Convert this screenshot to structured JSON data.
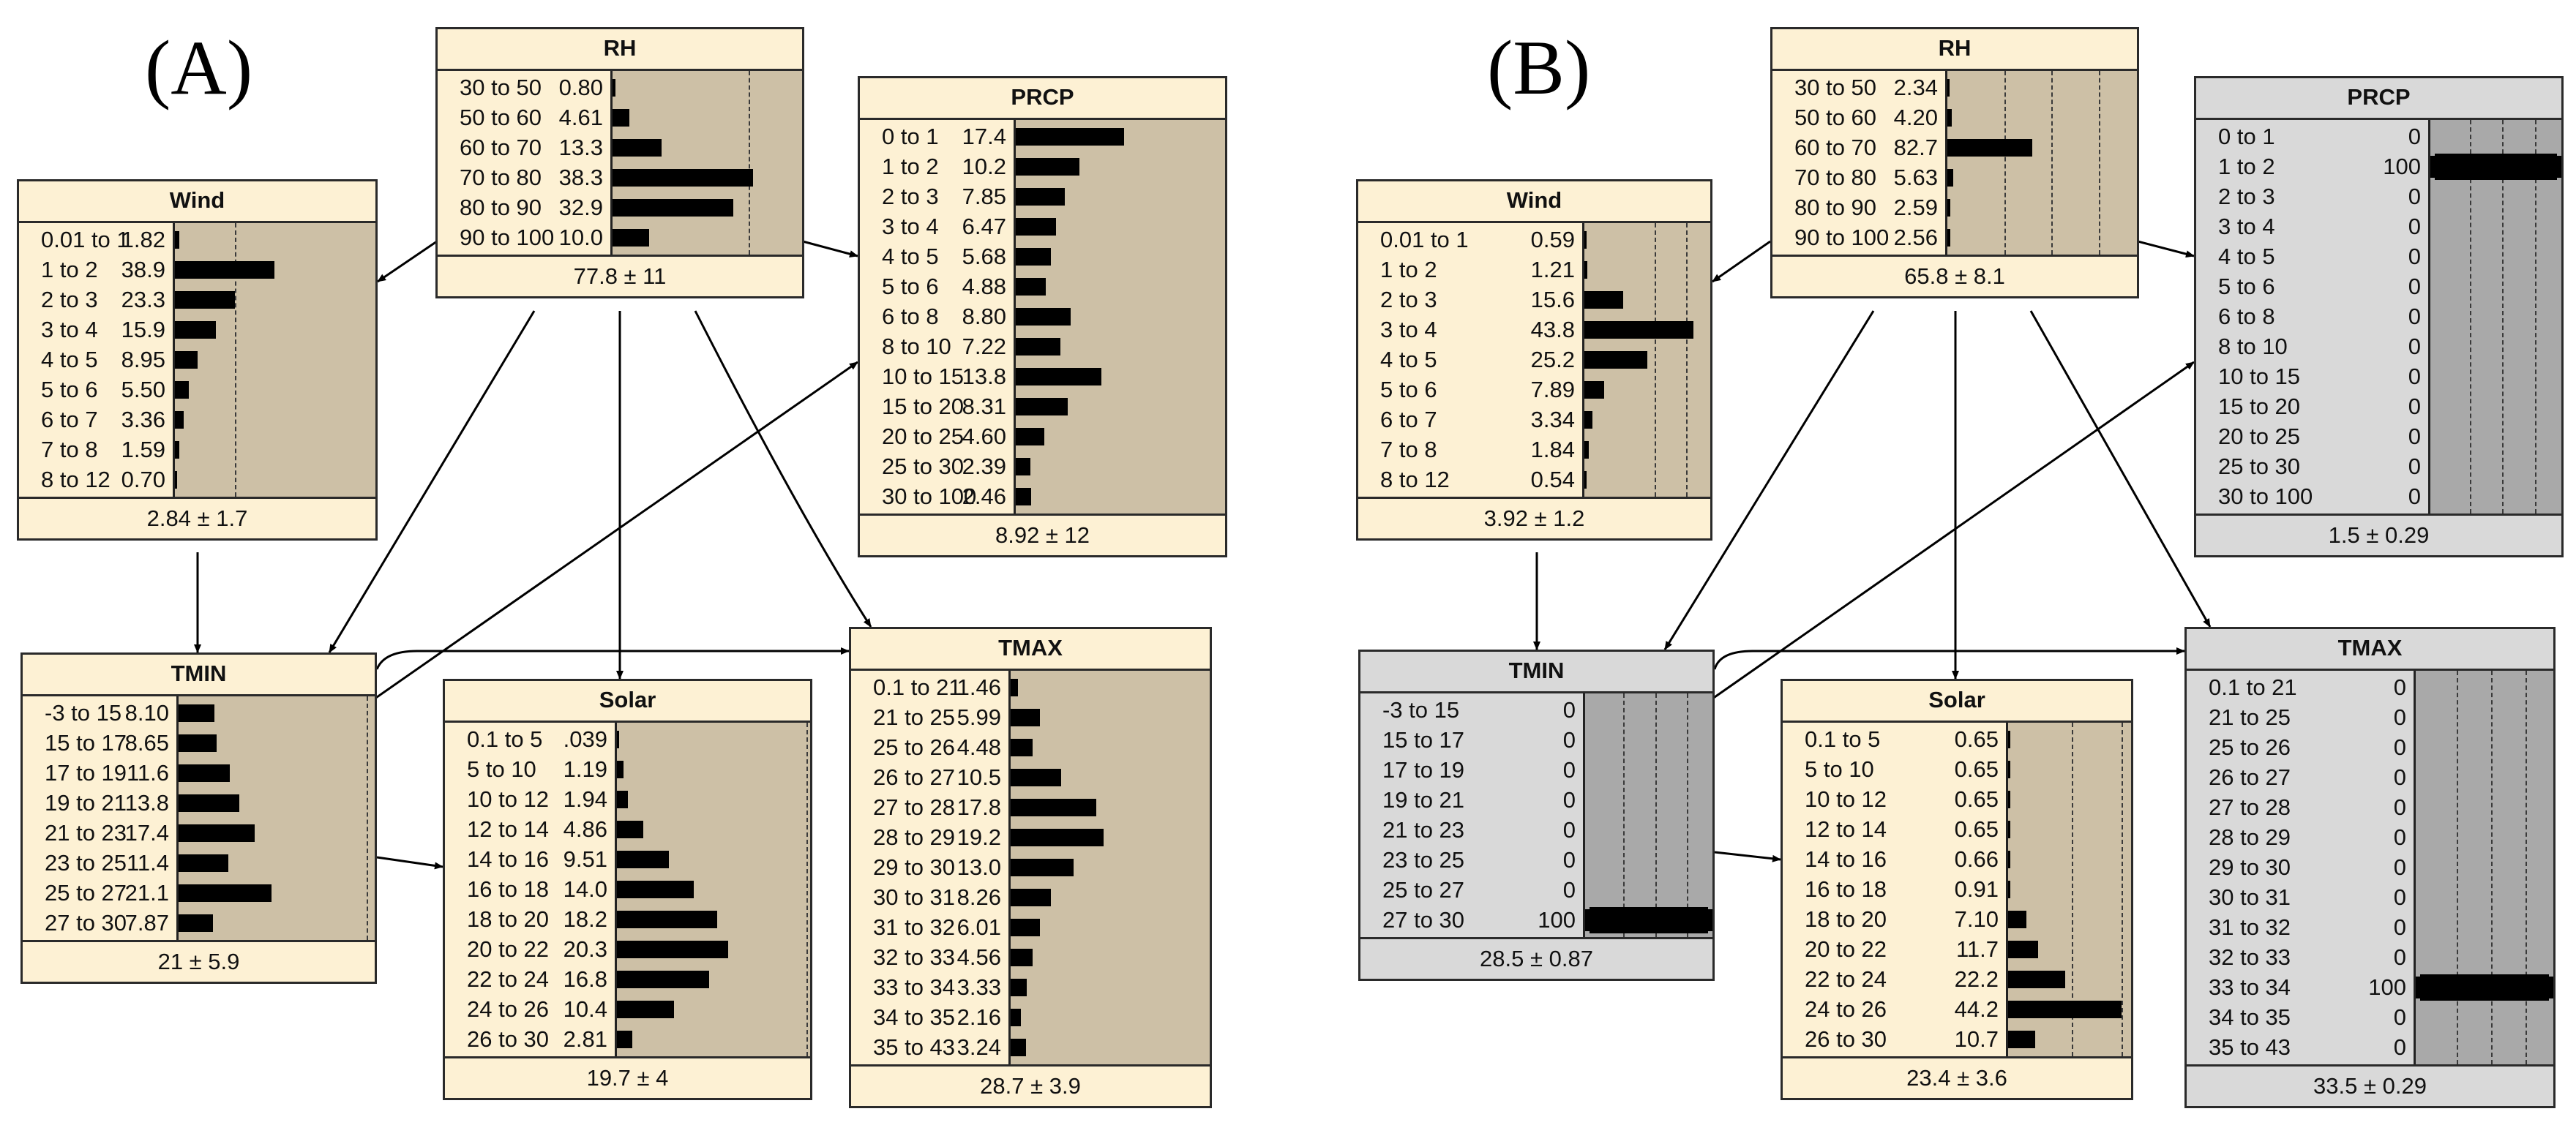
{
  "panels": [
    {
      "label": "(A)",
      "nodes": [
        {
          "id": "A-RH",
          "title": "RH",
          "shade": "tan",
          "footer": "77.8 ± 11",
          "states": [
            {
              "label": "30 to 50",
              "prob": "0.80"
            },
            {
              "label": "50 to 60",
              "prob": "4.61"
            },
            {
              "label": "60 to 70",
              "prob": "13.3"
            },
            {
              "label": "70 to 80",
              "prob": "38.3"
            },
            {
              "label": "80 to 90",
              "prob": "32.9"
            },
            {
              "label": "90 to 100",
              "prob": "10.0"
            }
          ]
        },
        {
          "id": "A-Wind",
          "title": "Wind",
          "shade": "tan",
          "footer": "2.84 ± 1.7",
          "states": [
            {
              "label": "0.01 to 1",
              "prob": "1.82"
            },
            {
              "label": "1 to 2",
              "prob": "38.9"
            },
            {
              "label": "2 to 3",
              "prob": "23.3"
            },
            {
              "label": "3 to 4",
              "prob": "15.9"
            },
            {
              "label": "4 to 5",
              "prob": "8.95"
            },
            {
              "label": "5 to 6",
              "prob": "5.50"
            },
            {
              "label": "6 to 7",
              "prob": "3.36"
            },
            {
              "label": "7 to 8",
              "prob": "1.59"
            },
            {
              "label": "8 to 12",
              "prob": "0.70"
            }
          ]
        },
        {
          "id": "A-PRCP",
          "title": "PRCP",
          "shade": "tan",
          "footer": "8.92 ± 12",
          "states": [
            {
              "label": "0 to 1",
              "prob": "17.4"
            },
            {
              "label": "1 to 2",
              "prob": "10.2"
            },
            {
              "label": "2 to 3",
              "prob": "7.85"
            },
            {
              "label": "3 to 4",
              "prob": "6.47"
            },
            {
              "label": "4 to 5",
              "prob": "5.68"
            },
            {
              "label": "5 to 6",
              "prob": "4.88"
            },
            {
              "label": "6 to 8",
              "prob": "8.80"
            },
            {
              "label": "8 to 10",
              "prob": "7.22"
            },
            {
              "label": "10 to 15",
              "prob": "13.8"
            },
            {
              "label": "15 to 20",
              "prob": "8.31"
            },
            {
              "label": "20 to 25",
              "prob": "4.60"
            },
            {
              "label": "25 to 30",
              "prob": "2.39"
            },
            {
              "label": "30 to 100",
              "prob": "2.46"
            }
          ]
        },
        {
          "id": "A-TMIN",
          "title": "TMIN",
          "shade": "tan",
          "footer": "21 ± 5.9",
          "states": [
            {
              "label": "-3 to 15",
              "prob": "8.10"
            },
            {
              "label": "15 to 17",
              "prob": "8.65"
            },
            {
              "label": "17 to 19",
              "prob": "11.6"
            },
            {
              "label": "19 to 21",
              "prob": "13.8"
            },
            {
              "label": "21 to 23",
              "prob": "17.4"
            },
            {
              "label": "23 to 25",
              "prob": "11.4"
            },
            {
              "label": "25 to 27",
              "prob": "21.1"
            },
            {
              "label": "27 to 30",
              "prob": "7.87"
            }
          ]
        },
        {
          "id": "A-Solar",
          "title": "Solar",
          "shade": "tan",
          "footer": "19.7 ± 4",
          "states": [
            {
              "label": "0.1 to 5",
              "prob": ".039"
            },
            {
              "label": "5 to 10",
              "prob": "1.19"
            },
            {
              "label": "10 to 12",
              "prob": "1.94"
            },
            {
              "label": "12 to 14",
              "prob": "4.86"
            },
            {
              "label": "14 to 16",
              "prob": "9.51"
            },
            {
              "label": "16 to 18",
              "prob": "14.0"
            },
            {
              "label": "18 to 20",
              "prob": "18.2"
            },
            {
              "label": "20 to 22",
              "prob": "20.3"
            },
            {
              "label": "22 to 24",
              "prob": "16.8"
            },
            {
              "label": "24 to 26",
              "prob": "10.4"
            },
            {
              "label": "26 to 30",
              "prob": "2.81"
            }
          ]
        },
        {
          "id": "A-TMAX",
          "title": "TMAX",
          "shade": "tan",
          "footer": "28.7 ± 3.9",
          "states": [
            {
              "label": "0.1 to 21",
              "prob": "1.46"
            },
            {
              "label": "21 to 25",
              "prob": "5.99"
            },
            {
              "label": "25 to 26",
              "prob": "4.48"
            },
            {
              "label": "26 to 27",
              "prob": "10.5"
            },
            {
              "label": "27 to 28",
              "prob": "17.8"
            },
            {
              "label": "28 to 29",
              "prob": "19.2"
            },
            {
              "label": "29 to 30",
              "prob": "13.0"
            },
            {
              "label": "30 to 31",
              "prob": "8.26"
            },
            {
              "label": "31 to 32",
              "prob": "6.01"
            },
            {
              "label": "32 to 33",
              "prob": "4.56"
            },
            {
              "label": "33 to 34",
              "prob": "3.33"
            },
            {
              "label": "34 to 35",
              "prob": "2.16"
            },
            {
              "label": "35 to 43",
              "prob": "3.24"
            }
          ]
        }
      ]
    },
    {
      "label": "(B)",
      "nodes": [
        {
          "id": "B-RH",
          "title": "RH",
          "shade": "tan",
          "footer": "65.8 ± 8.1",
          "states": [
            {
              "label": "30 to 50",
              "prob": "2.34"
            },
            {
              "label": "50 to 60",
              "prob": "4.20"
            },
            {
              "label": "60 to 70",
              "prob": "82.7"
            },
            {
              "label": "70 to 80",
              "prob": "5.63"
            },
            {
              "label": "80 to 90",
              "prob": "2.59"
            },
            {
              "label": "90 to 100",
              "prob": "2.56"
            }
          ]
        },
        {
          "id": "B-Wind",
          "title": "Wind",
          "shade": "tan",
          "footer": "3.92 ± 1.2",
          "states": [
            {
              "label": "0.01 to 1",
              "prob": "0.59"
            },
            {
              "label": "1 to 2",
              "prob": "1.21"
            },
            {
              "label": "2 to 3",
              "prob": "15.6"
            },
            {
              "label": "3 to 4",
              "prob": "43.8"
            },
            {
              "label": "4 to 5",
              "prob": "25.2"
            },
            {
              "label": "5 to 6",
              "prob": "7.89"
            },
            {
              "label": "6 to 7",
              "prob": "3.34"
            },
            {
              "label": "7 to 8",
              "prob": "1.84"
            },
            {
              "label": "8 to 12",
              "prob": "0.54"
            }
          ]
        },
        {
          "id": "B-PRCP",
          "title": "PRCP",
          "shade": "grey",
          "footer": "1.5 ± 0.29",
          "states": [
            {
              "label": "0 to 1",
              "prob": "0"
            },
            {
              "label": "1 to 2",
              "prob": "100"
            },
            {
              "label": "2 to 3",
              "prob": "0"
            },
            {
              "label": "3 to 4",
              "prob": "0"
            },
            {
              "label": "4 to 5",
              "prob": "0"
            },
            {
              "label": "5 to 6",
              "prob": "0"
            },
            {
              "label": "6 to 8",
              "prob": "0"
            },
            {
              "label": "8 to 10",
              "prob": "0"
            },
            {
              "label": "10 to 15",
              "prob": "0"
            },
            {
              "label": "15 to 20",
              "prob": "0"
            },
            {
              "label": "20 to 25",
              "prob": "0"
            },
            {
              "label": "25 to 30",
              "prob": "0"
            },
            {
              "label": "30 to 100",
              "prob": "0"
            }
          ]
        },
        {
          "id": "B-TMIN",
          "title": "TMIN",
          "shade": "grey",
          "footer": "28.5 ± 0.87",
          "states": [
            {
              "label": "-3 to 15",
              "prob": "0"
            },
            {
              "label": "15 to 17",
              "prob": "0"
            },
            {
              "label": "17 to 19",
              "prob": "0"
            },
            {
              "label": "19 to 21",
              "prob": "0"
            },
            {
              "label": "21 to 23",
              "prob": "0"
            },
            {
              "label": "23 to 25",
              "prob": "0"
            },
            {
              "label": "25 to 27",
              "prob": "0"
            },
            {
              "label": "27 to 30",
              "prob": "100"
            }
          ]
        },
        {
          "id": "B-Solar",
          "title": "Solar",
          "shade": "tan",
          "footer": "23.4 ± 3.6",
          "states": [
            {
              "label": "0.1 to 5",
              "prob": "0.65"
            },
            {
              "label": "5 to 10",
              "prob": "0.65"
            },
            {
              "label": "10 to 12",
              "prob": "0.65"
            },
            {
              "label": "12 to 14",
              "prob": "0.65"
            },
            {
              "label": "14 to 16",
              "prob": "0.66"
            },
            {
              "label": "16 to 18",
              "prob": "0.91"
            },
            {
              "label": "18 to 20",
              "prob": "7.10"
            },
            {
              "label": "20 to 22",
              "prob": "11.7"
            },
            {
              "label": "22 to 24",
              "prob": "22.2"
            },
            {
              "label": "24 to 26",
              "prob": "44.2"
            },
            {
              "label": "26 to 30",
              "prob": "10.7"
            }
          ]
        },
        {
          "id": "B-TMAX",
          "title": "TMAX",
          "shade": "grey",
          "footer": "33.5 ± 0.29",
          "states": [
            {
              "label": "0.1 to 21",
              "prob": "0"
            },
            {
              "label": "21 to 25",
              "prob": "0"
            },
            {
              "label": "25 to 26",
              "prob": "0"
            },
            {
              "label": "26 to 27",
              "prob": "0"
            },
            {
              "label": "27 to 28",
              "prob": "0"
            },
            {
              "label": "28 to 29",
              "prob": "0"
            },
            {
              "label": "29 to 30",
              "prob": "0"
            },
            {
              "label": "30 to 31",
              "prob": "0"
            },
            {
              "label": "31 to 32",
              "prob": "0"
            },
            {
              "label": "32 to 33",
              "prob": "0"
            },
            {
              "label": "33 to 34",
              "prob": "100"
            },
            {
              "label": "34 to 35",
              "prob": "0"
            },
            {
              "label": "35 to 43",
              "prob": "0"
            }
          ]
        }
      ]
    }
  ],
  "edges": [
    [
      "RH",
      "Wind"
    ],
    [
      "RH",
      "PRCP"
    ],
    [
      "RH",
      "TMIN"
    ],
    [
      "RH",
      "Solar"
    ],
    [
      "RH",
      "TMAX"
    ],
    [
      "Wind",
      "TMIN"
    ],
    [
      "TMIN",
      "PRCP"
    ],
    [
      "TMIN",
      "Solar"
    ],
    [
      "TMIN",
      "TMAX"
    ]
  ],
  "colors": {
    "node_fill": "#fdf1d4",
    "evidence_fill": "#d9d9d9",
    "bar_area": "#cdc0a6",
    "evidence_bar_area": "#a9a9a9",
    "bar": "#000000"
  }
}
